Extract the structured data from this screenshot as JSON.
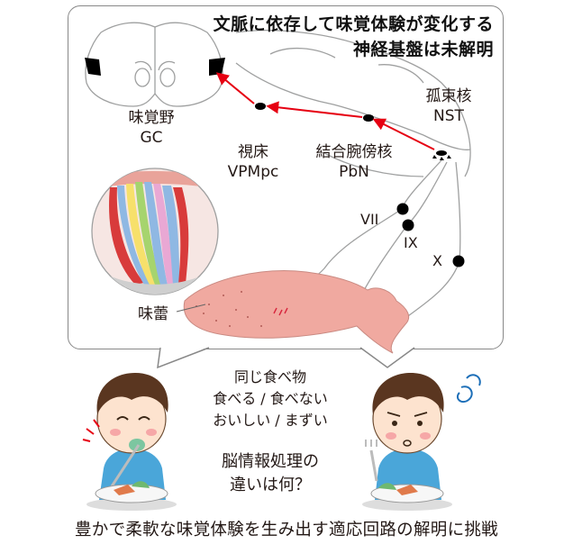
{
  "headline": {
    "line1": "文脈に依存して味覚体験が変化する",
    "line2": "神経基盤は未解明"
  },
  "regions": {
    "gc_jp": "味覚野",
    "gc_en": "GC",
    "vpmpc_jp": "視床",
    "vpmpc_en": "VPMpc",
    "pbn_jp": "結合腕傍核",
    "pbn_en": "PbN",
    "nst_jp": "孤束核",
    "nst_en": "NST",
    "taste_bud": "味蕾"
  },
  "nerves": {
    "vii": "VII",
    "ix": "IX",
    "x": "X"
  },
  "context": {
    "line1": "同じ食べ物",
    "line2": "食べる / 食べない",
    "line3": "おいしい / まずい",
    "line4": "脳情報処理の",
    "line5": "違いは何？"
  },
  "bottom_text": "豊かで柔軟な味覚体験を生み出す適応回路の解明に挑戦",
  "colors": {
    "arrow": "#e60012",
    "outline": "#9fa0a0",
    "tongue": "#f0a9a0",
    "boy_hair": "#5a3620",
    "boy_shirt": "#4aa6d9",
    "bowl": "#7cc6a0"
  }
}
